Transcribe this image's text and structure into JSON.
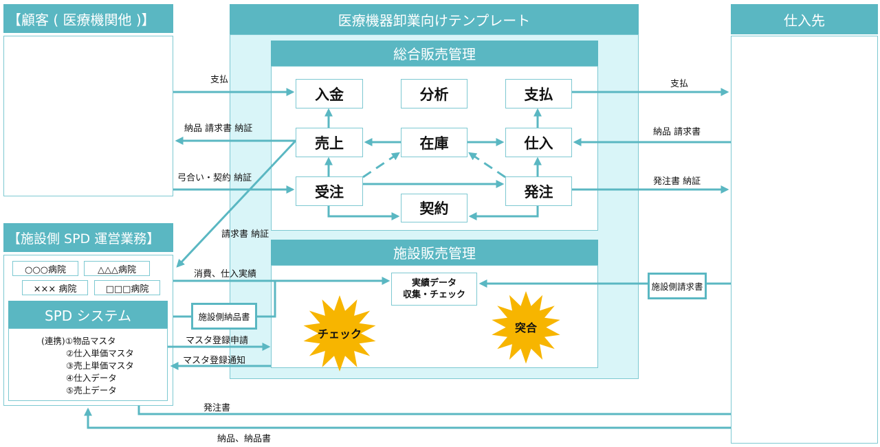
{
  "customer": {
    "title": "【顧客 ( 医療機関他 )】"
  },
  "center": {
    "title": "医療機器卸業向けテンプレート"
  },
  "supplier": {
    "title": "仕入先"
  },
  "sales_mgmt": {
    "title": "総合販売管理",
    "nodes": {
      "nyukin": "入金",
      "bunseki": "分析",
      "shiharai": "支払",
      "uriage": "売上",
      "zaiko": "在庫",
      "shiire": "仕入",
      "juchu": "受注",
      "hachu": "発注",
      "keiyaku": "契約"
    }
  },
  "facility_mgmt": {
    "title": "施設販売管理",
    "results_box": [
      "実績データ",
      "収集・チェック"
    ],
    "check_label": "チェック",
    "match_label": "突合"
  },
  "spd": {
    "title": "【施設側 SPD 運営業務】",
    "hospitals": [
      "○○○病院",
      "△△△病院",
      "×××  病院",
      "□□□病院"
    ],
    "system_title": "SPD システム",
    "link_items": [
      "(連携)①物品マスタ",
      "②仕入単価マスタ",
      "③売上単価マスタ",
      "④仕入データ",
      "⑤売上データ"
    ],
    "delivery_note": "施設側納品書"
  },
  "facility_invoice": "施設側請求書",
  "labels": {
    "pay_from_customer": "支払",
    "delivery_invoice_cert": "納品 請求書 納証",
    "quote_contract": "弓合い・契約 納証",
    "invoice_cert": "請求書 納証",
    "consumption": "消費、仕入実績",
    "master_request": "マスタ登録申請",
    "master_notice": "マスタ登録通知",
    "order_sheet": "発注書",
    "delivery_slip": "納品、納品書",
    "pay_to_supplier": "支払",
    "supplier_delivery_invoice": "納品 請求書",
    "order_cert": "発注書 納証"
  },
  "colors": {
    "accent": "#5ab7c2",
    "panel_bg": "#d9f5f8",
    "burst": "#f7b500"
  }
}
